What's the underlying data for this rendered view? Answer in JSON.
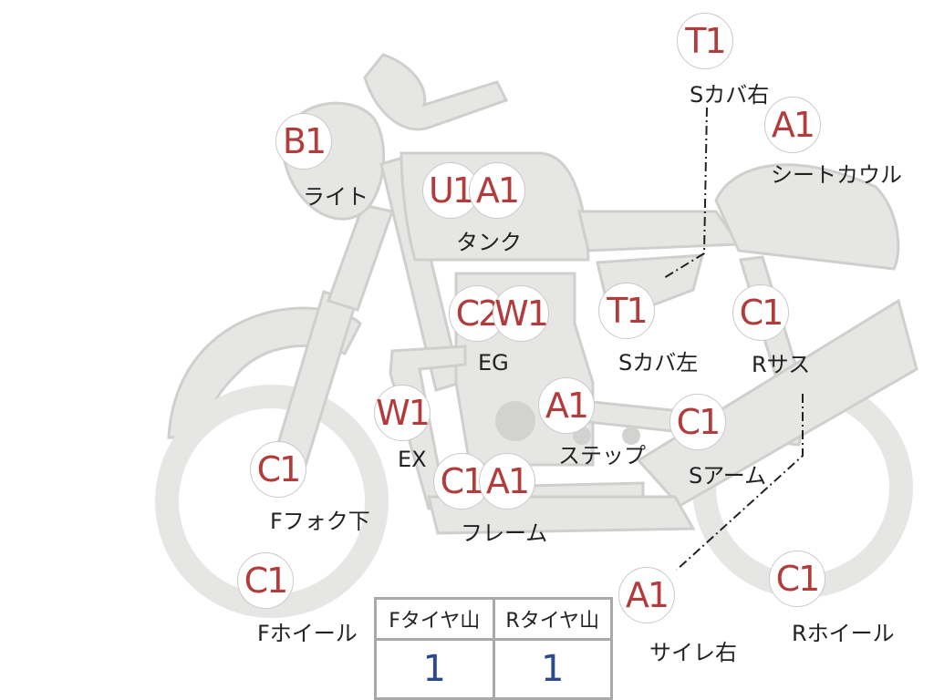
{
  "colors": {
    "badge_text": "#b23b3b",
    "label_text": "#222222",
    "table_value": "#2a4a8c",
    "body_fill": "#e6e6e4",
    "body_stroke": "#cfcfcd"
  },
  "parts": {
    "light": {
      "code": "B1",
      "label": "ライト"
    },
    "tank_u": {
      "code": "U1"
    },
    "tank_a": {
      "code": "A1",
      "label": "タンク"
    },
    "eg_c": {
      "code": "C2"
    },
    "eg_w": {
      "code": "W1",
      "label": "EG"
    },
    "ex": {
      "code": "W1",
      "label": "EX"
    },
    "step": {
      "code": "A1",
      "label": "ステップ"
    },
    "frame_c": {
      "code": "C1"
    },
    "frame_a": {
      "code": "A1",
      "label": "フレーム"
    },
    "ffork": {
      "code": "C1",
      "label": "Fフォク下"
    },
    "fwheel": {
      "code": "C1",
      "label": "Fホイール"
    },
    "scover_r": {
      "code": "T1",
      "label": "Sカバ右"
    },
    "seatcowl": {
      "code": "A1",
      "label": "シートカウル"
    },
    "scover_l": {
      "code": "T1",
      "label": "Sカバ左"
    },
    "rsus": {
      "code": "C1",
      "label": "Rサス"
    },
    "sarm": {
      "code": "C1",
      "label": "Sアーム"
    },
    "silencer": {
      "code": "A1",
      "label": "サイレ右"
    },
    "rwheel": {
      "code": "C1",
      "label": "Rホイール"
    }
  },
  "tire_table": {
    "headers": [
      "Fタイヤ山",
      "Rタイヤ山"
    ],
    "values": [
      "1",
      "1"
    ]
  }
}
